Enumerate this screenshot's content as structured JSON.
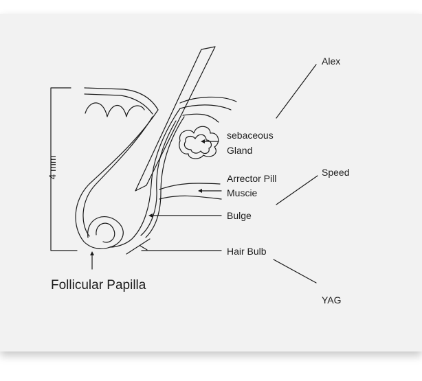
{
  "diagram": {
    "labels": {
      "sebaceous": "sebaceous",
      "gland": "Gland",
      "arrector": "Arrector Pill",
      "muscle": "Muscie",
      "bulge": "Bulge",
      "hair_bulb": "Hair Bulb",
      "follicular_papilla": "Follicular Papilla",
      "scale": "4 mm"
    },
    "lasers": {
      "alex": "Alex",
      "speed": "Speed",
      "yag": "YAG"
    }
  },
  "colors": {
    "line": "#1a1a1a",
    "panel": "#f2f2f2"
  }
}
